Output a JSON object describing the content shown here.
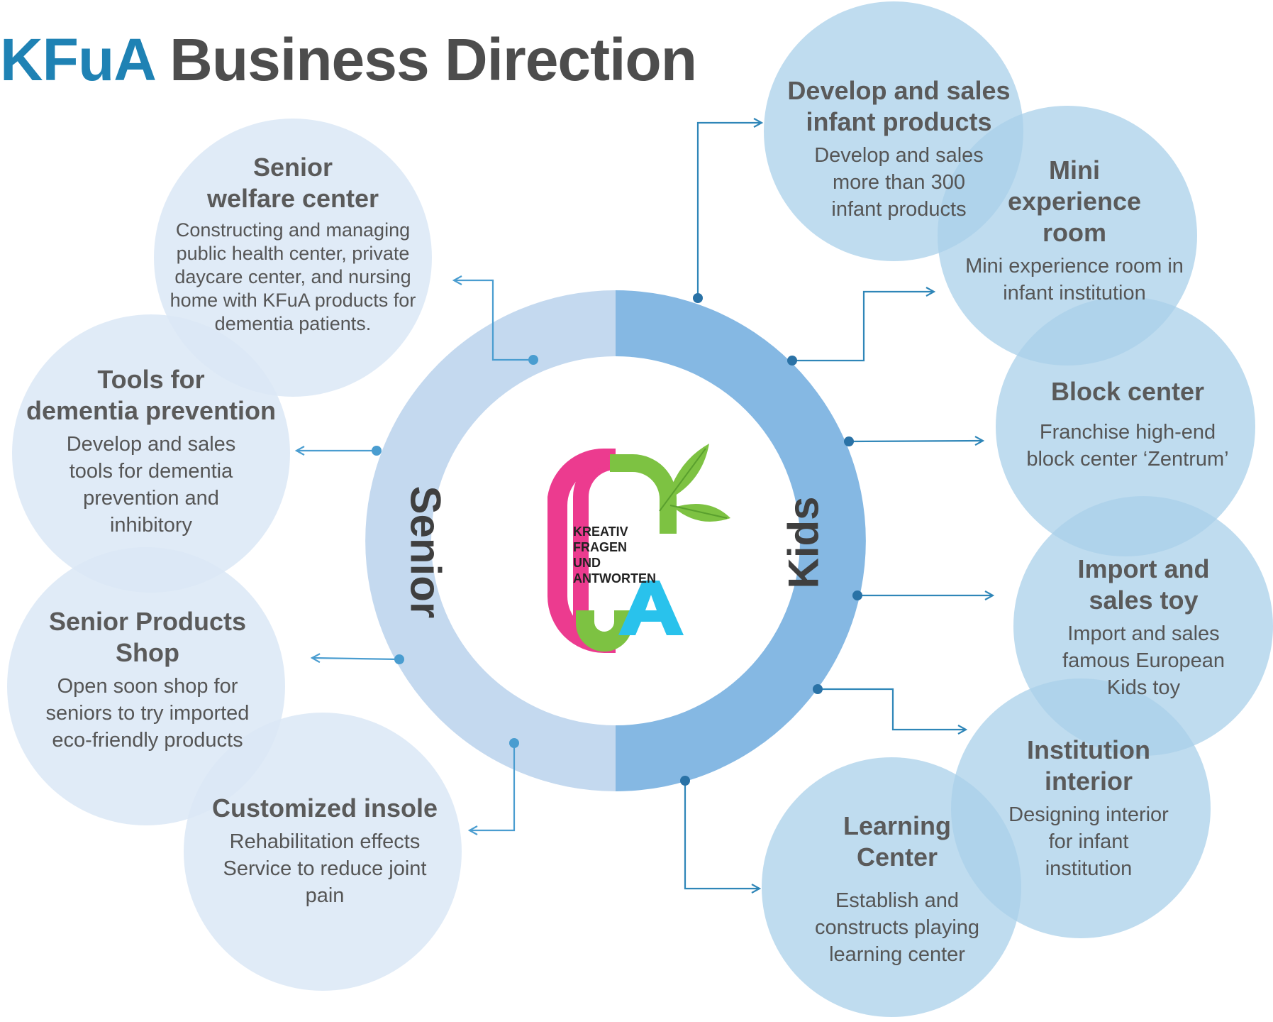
{
  "title": {
    "brand": "KFuA",
    "rest": "Business Direction"
  },
  "colors": {
    "brand_blue": "#1f82b4",
    "senior_ring": "#c4d9ef",
    "kids_ring": "#85b8e3",
    "senior_bubble": "#dbe8f6",
    "kids_bubble": "#a9d0ea",
    "arrow": "#2f86b8",
    "logo_pink": "#ec3b8f",
    "logo_green": "#7dc242",
    "logo_cyan": "#29c2ec"
  },
  "center": {
    "senior_label": "Senior",
    "kids_label": "Kids",
    "logo_words": "KREATIV\nFRAGEN\nUND\nANTWORTEN"
  },
  "senior_items": [
    {
      "heading": "Senior\nwelfare center",
      "desc": "Constructing and managing\npublic health center, private\ndaycare center, and nursing\nhome with KFuA products for\ndementia patients."
    },
    {
      "heading": "Tools for\ndementia prevention",
      "desc": "Develop and sales\ntools for dementia\nprevention and\ninhibitory"
    },
    {
      "heading": "Senior Products\nShop",
      "desc": "Open soon shop for\nseniors to try imported\neco-friendly products"
    },
    {
      "heading": "Customized insole",
      "desc": "Rehabilitation effects\nService to reduce joint\npain"
    }
  ],
  "kids_items": [
    {
      "heading": "Develop and sales\ninfant products",
      "desc": "Develop and sales\nmore than 300\ninfant products"
    },
    {
      "heading": "Mini\nexperience\nroom",
      "desc": "Mini experience room in\ninfant institution"
    },
    {
      "heading": "Block center",
      "desc": "Franchise high-end\nblock center ‘Zentrum’"
    },
    {
      "heading": "Import and\nsales toy",
      "desc": "Import and sales\nfamous European\nKids toy"
    },
    {
      "heading": "Institution\ninterior",
      "desc": "Designing interior\nfor infant\ninstitution"
    },
    {
      "heading": "Learning\nCenter",
      "desc": "Establish and\nconstructs playing\nlearning center"
    }
  ]
}
